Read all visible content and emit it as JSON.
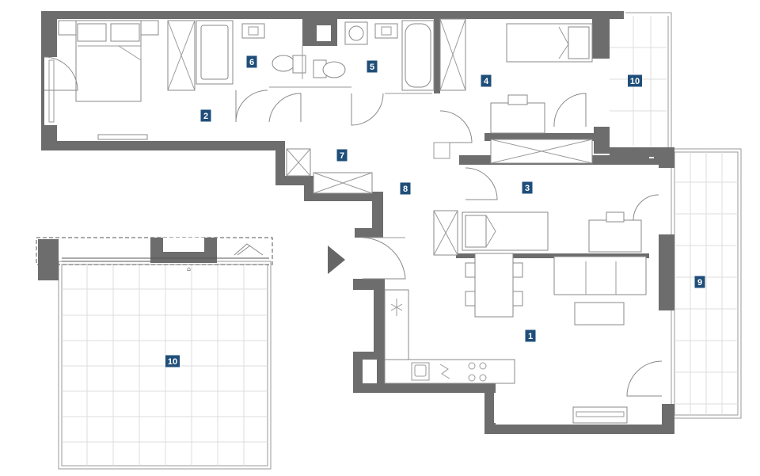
{
  "rooms": [
    {
      "id": "room-1",
      "label": "1"
    },
    {
      "id": "room-2",
      "label": "2"
    },
    {
      "id": "room-3",
      "label": "3"
    },
    {
      "id": "room-4",
      "label": "4"
    },
    {
      "id": "room-5",
      "label": "5"
    },
    {
      "id": "room-6",
      "label": "6"
    },
    {
      "id": "room-7",
      "label": "7"
    },
    {
      "id": "room-8",
      "label": "8"
    },
    {
      "id": "room-9",
      "label": "9"
    },
    {
      "id": "room-10a",
      "label": "10"
    },
    {
      "id": "room-10b",
      "label": "10"
    }
  ],
  "colors": {
    "wall": "#6d6d6d",
    "badge": "#1f4e79",
    "badge_text": "#ffffff",
    "furniture_stroke": "#8a8a8a"
  },
  "icons": [
    "entrance-arrow-icon",
    "fan-icon",
    "stove-icon",
    "sink-icon"
  ]
}
